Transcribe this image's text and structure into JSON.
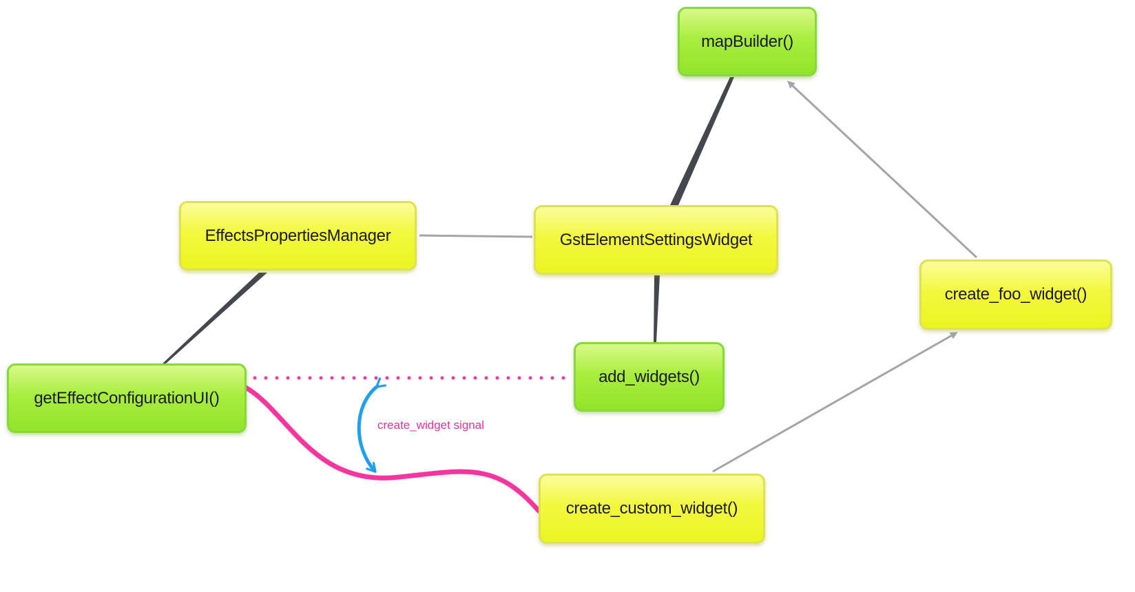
{
  "nodes": {
    "map_builder": {
      "label": "mapBuilder()",
      "color": "green"
    },
    "effects_properties_manager": {
      "label": "EffectsPropertiesManager",
      "color": "yellow"
    },
    "gst_element_settings_widget": {
      "label": "GstElementSettingsWidget",
      "color": "yellow"
    },
    "create_foo_widget": {
      "label": "create_foo_widget()",
      "color": "yellow"
    },
    "add_widgets": {
      "label": "add_widgets()",
      "color": "green"
    },
    "get_effect_configuration_ui": {
      "label": "getEffectConfigurationUI()",
      "color": "green"
    },
    "create_custom_widget": {
      "label": "create_custom_widget()",
      "color": "yellow"
    }
  },
  "annotations": {
    "signal_label": "create_widget signal"
  },
  "colors": {
    "green_fill": "#a9ee3f",
    "yellow_fill": "#f3f83d",
    "link_dark": "#45474f",
    "link_gray": "#a3a5ab",
    "signal_pink": "#f8359f",
    "signal_blue": "#1e9ff0"
  }
}
